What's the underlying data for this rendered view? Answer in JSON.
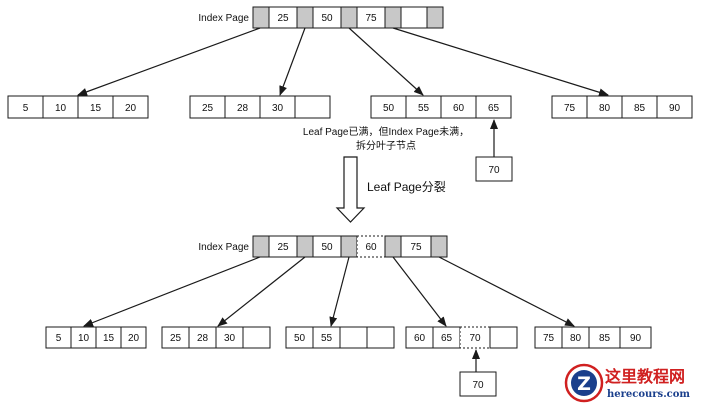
{
  "top": {
    "index_label": "Index Page",
    "index_keys": [
      "25",
      "50",
      "75",
      ""
    ],
    "leaves": [
      [
        "5",
        "10",
        "15",
        "20"
      ],
      [
        "25",
        "28",
        "30",
        ""
      ],
      [
        "50",
        "55",
        "60",
        "65"
      ],
      [
        "75",
        "80",
        "85",
        "90"
      ]
    ],
    "note_line1": "Leaf Page已满，但Index Page未满，",
    "note_line2": "拆分叶子节点",
    "insert_value": "70"
  },
  "step_label": "Leaf Page分裂",
  "bottom": {
    "index_label": "Index Page",
    "index_keys": [
      "25",
      "50",
      "60",
      "75"
    ],
    "leaves": [
      [
        "5",
        "10",
        "15",
        "20"
      ],
      [
        "25",
        "28",
        "30",
        ""
      ],
      [
        "50",
        "55",
        "",
        ""
      ],
      [
        "60",
        "65",
        "70",
        ""
      ],
      [
        "75",
        "80",
        "85",
        "90"
      ]
    ],
    "insert_value": "70"
  },
  "watermark": {
    "title": "这里教程网",
    "url": "herecours.com",
    "logo_letter": "Z"
  },
  "colors": {
    "pointer_cell": "#c8c8c8",
    "stroke": "#1a1a1a",
    "watermark_red": "#d02020",
    "watermark_blue": "#1a3f8c"
  }
}
